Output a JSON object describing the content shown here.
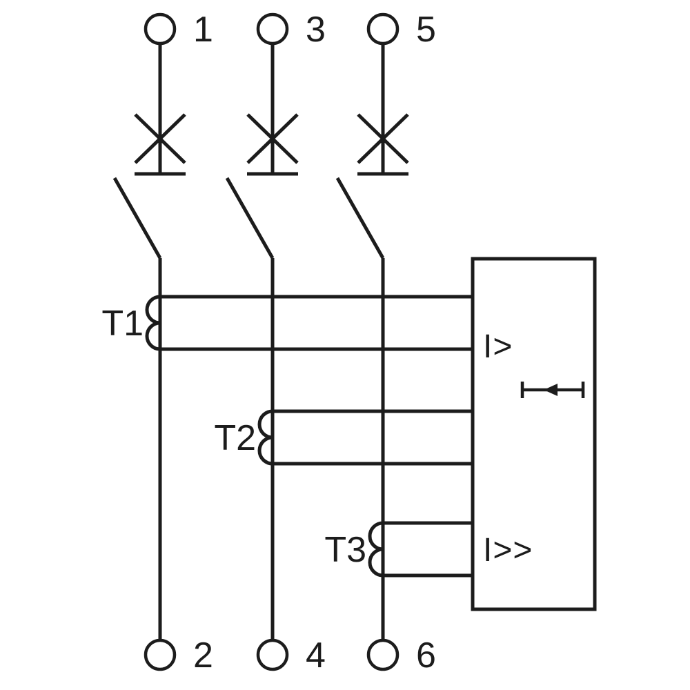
{
  "diagram": {
    "poles": [
      {
        "top_terminal": "1",
        "bottom_terminal": "2",
        "ct_label": "T1"
      },
      {
        "top_terminal": "3",
        "bottom_terminal": "4",
        "ct_label": "T2"
      },
      {
        "top_terminal": "5",
        "bottom_terminal": "6",
        "ct_label": "T3"
      }
    ],
    "trip_unit": {
      "overcurrent_label": "I>",
      "short_circuit_label": "I>>"
    },
    "colors": {
      "line": "#1c1c1c",
      "background": "#ffffff"
    }
  }
}
